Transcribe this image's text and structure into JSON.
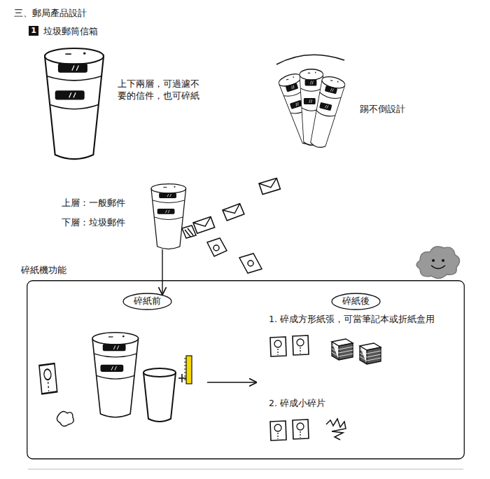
{
  "diagram": {
    "title": "三、郵局產品設計",
    "nodes": [
      {
        "text": [
          "碎紙機功能",
          "1. 碎成方形紙張，可當筆記本或折紙盒用",
          "2. 碎成小碎片"
        ]
      },
      {
        "text": [
          "碎紙前"
        ],
        "in": 0
      },
      {
        "text": [
          "碎紙後"
        ],
        "in": 0
      }
    ],
    "labels": [
      "1",
      "垃圾郵筒信箱",
      "上下兩層，可過濾不要的信件，也可碎紙",
      "踢不倒設計",
      "上層：一般郵件",
      "下層：垃圾郵件"
    ]
  }
}
